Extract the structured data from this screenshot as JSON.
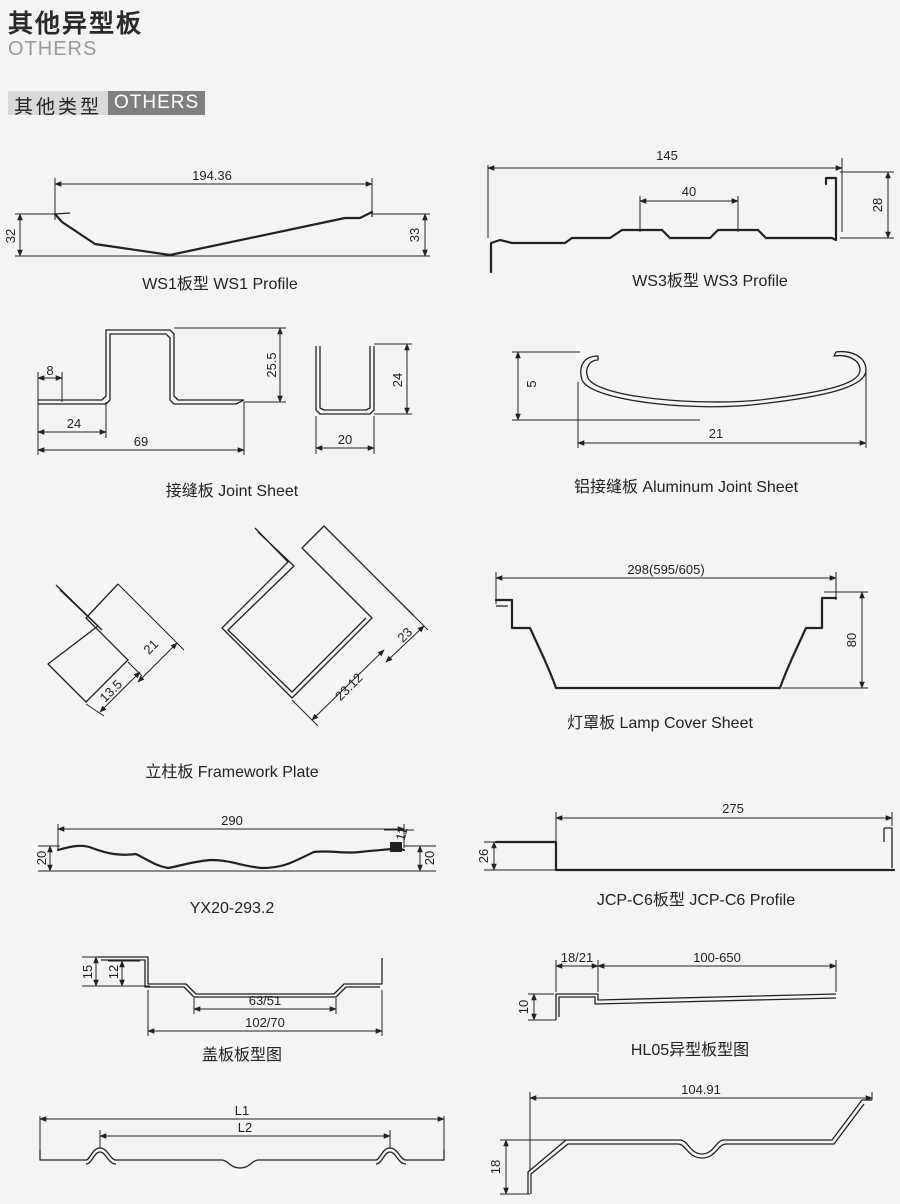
{
  "header": {
    "title": "其他异型板",
    "subtitle": "OTHERS",
    "section_zh": "其他类型",
    "section_en": "OTHERS"
  },
  "profiles": {
    "ws1": {
      "caption": "WS1板型 WS1 Profile",
      "dims": {
        "width": "194.36",
        "left_h": "32",
        "right_h": "33"
      }
    },
    "ws3": {
      "caption": "WS3板型 WS3 Profile",
      "dims": {
        "width": "145",
        "rib": "40",
        "height": "28"
      }
    },
    "joint": {
      "caption": "接缝板 Joint Sheet",
      "dims": {
        "lip": "8",
        "base": "24",
        "total": "69",
        "height": "25.5",
        "c_h": "24",
        "c_w": "20"
      }
    },
    "aluminum": {
      "caption": "铝接缝板 Aluminum Joint Sheet",
      "dims": {
        "h": "5",
        "w": "21"
      }
    },
    "framework": {
      "caption": "立柱板 Framework Plate",
      "dims": {
        "a": "21",
        "b": "13.5",
        "c": "23",
        "d": "23.12"
      }
    },
    "lamp": {
      "caption": "灯罩板 Lamp Cover Sheet",
      "dims": {
        "width": "298(595/605)",
        "height": "80"
      }
    },
    "yx20": {
      "caption": "YX20-293.2",
      "dims": {
        "width": "290",
        "left_h": "20",
        "right_h": "20",
        "lip": "11"
      }
    },
    "jcp": {
      "caption": "JCP-C6板型  JCP-C6 Profile",
      "dims": {
        "width": "275",
        "height": "26"
      }
    },
    "cover": {
      "caption": "盖板板型图",
      "dims": {
        "h1": "15",
        "h2": "12",
        "inner": "63/51",
        "outer": "102/70"
      }
    },
    "hl05": {
      "caption": "HL05异型板型图",
      "dims": {
        "a": "18/21",
        "b": "100-650",
        "h": "10"
      }
    },
    "l_profile": {
      "dims": {
        "l1": "L1",
        "l2": "L2"
      }
    },
    "last": {
      "dims": {
        "width": "104.91",
        "height": "18"
      }
    }
  }
}
